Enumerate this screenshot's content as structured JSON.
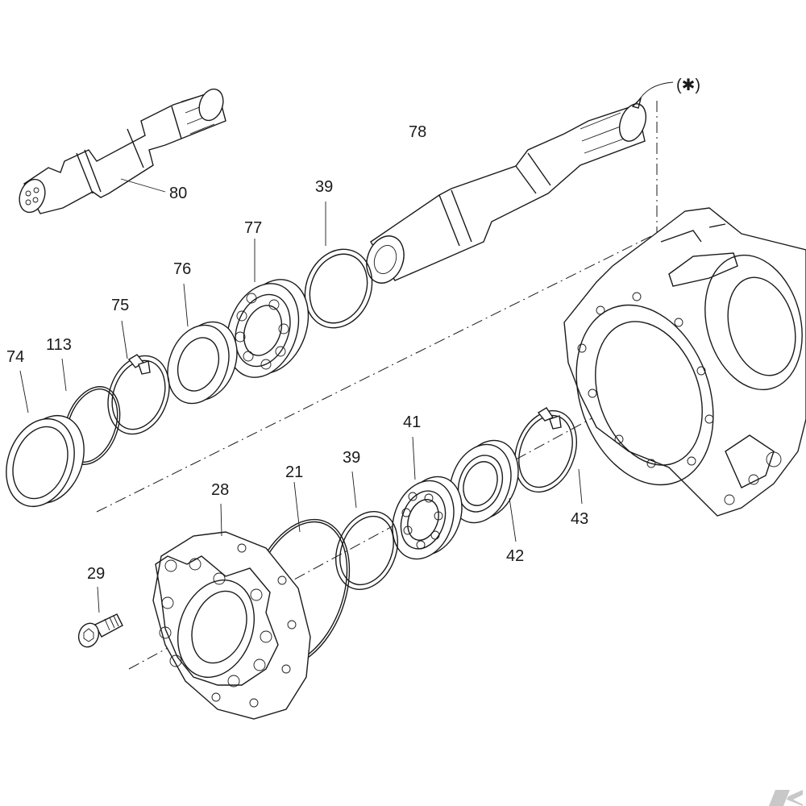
{
  "labels": {
    "shaft_80": "80",
    "shaft_78": "78",
    "ring_39_upper": "39",
    "bearing_77": "77",
    "seal_76": "76",
    "circlip_75": "75",
    "oring_113": "113",
    "ring_74": "74",
    "ring_39_lower": "39",
    "bearing_41": "41",
    "oring_21": "21",
    "flange_28": "28",
    "screw_29": "29",
    "seal_42": "42",
    "circlip_43": "43",
    "note_mark": "(✱)"
  },
  "watermark": {
    "brand_letter": "K",
    "color": "#c8c8c8"
  },
  "colors": {
    "line": "#1a1a1a",
    "background": "#ffffff"
  }
}
